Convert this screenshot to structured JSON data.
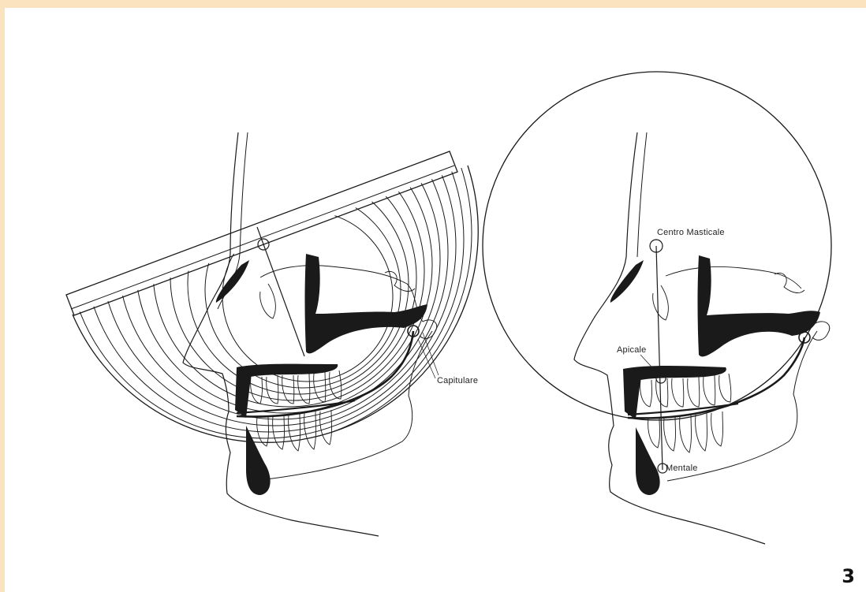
{
  "figure": {
    "labels": {
      "capitulare": "Capitulare",
      "centro_masticale": "Centro Masticale",
      "apicale": "Apicale",
      "mentale": "Mentale"
    },
    "page_number": "3"
  },
  "colors": {
    "background": "#ffffff",
    "band": "#fbe3bf",
    "ink": "#1a1a1a"
  }
}
